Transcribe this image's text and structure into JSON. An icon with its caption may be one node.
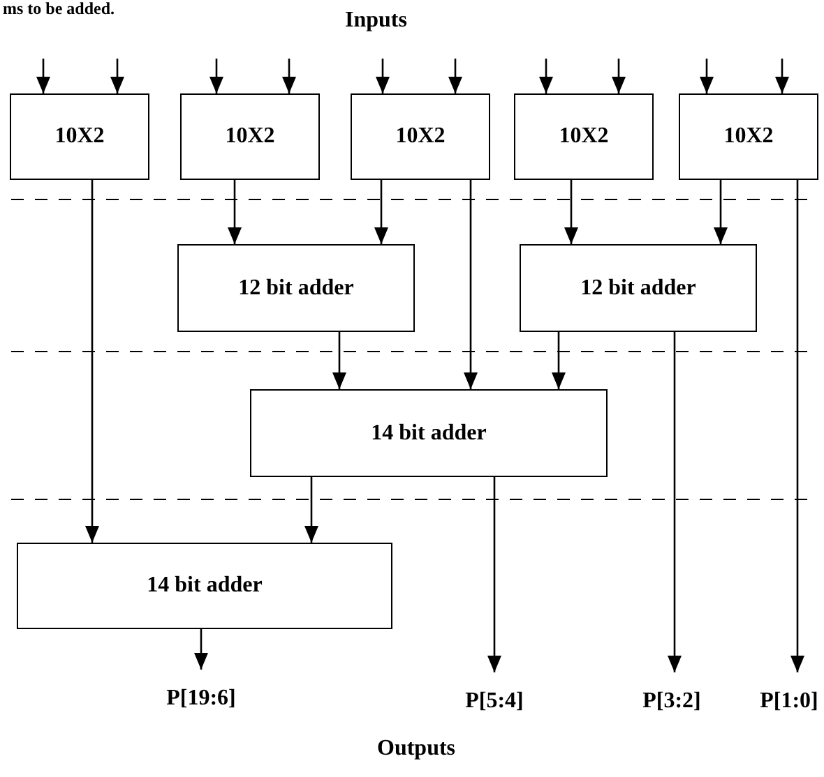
{
  "diagram": {
    "title": "Inputs",
    "caption": "Outputs",
    "nodes": [
      {
        "text": [
          "10X2"
        ]
      },
      {
        "text": [
          "10X2"
        ]
      },
      {
        "text": [
          "10X2"
        ]
      },
      {
        "text": [
          "10X2"
        ]
      },
      {
        "text": [
          "10X2"
        ]
      },
      {
        "text": [
          "12 bit adder"
        ]
      },
      {
        "text": [
          "12 bit adder"
        ]
      },
      {
        "text": [
          "14 bit adder"
        ]
      },
      {
        "text": [
          "14 bit adder"
        ]
      },
      {
        "text": [
          "P[19:6]"
        ]
      },
      {
        "text": [
          "P[5:4]"
        ]
      },
      {
        "text": [
          "P[3:2]"
        ]
      },
      {
        "text": [
          "P[1:0]"
        ]
      }
    ],
    "edges": [
      {
        "from": null,
        "to": 0,
        "arrow": "to"
      },
      {
        "from": null,
        "to": 0,
        "arrow": "to"
      },
      {
        "from": null,
        "to": 1,
        "arrow": "to"
      },
      {
        "from": null,
        "to": 1,
        "arrow": "to"
      },
      {
        "from": null,
        "to": 2,
        "arrow": "to"
      },
      {
        "from": null,
        "to": 2,
        "arrow": "to"
      },
      {
        "from": null,
        "to": 3,
        "arrow": "to"
      },
      {
        "from": null,
        "to": 3,
        "arrow": "to"
      },
      {
        "from": null,
        "to": 4,
        "arrow": "to"
      },
      {
        "from": null,
        "to": 4,
        "arrow": "to"
      },
      {
        "from": 0,
        "to": 8,
        "arrow": "to"
      },
      {
        "from": 1,
        "to": 5,
        "arrow": "to"
      },
      {
        "from": 2,
        "to": 5,
        "arrow": "to"
      },
      {
        "from": 2,
        "to": 7,
        "arrow": "to"
      },
      {
        "from": 3,
        "to": 6,
        "arrow": "to"
      },
      {
        "from": 4,
        "to": 6,
        "arrow": "to"
      },
      {
        "from": 4,
        "to": 12,
        "arrow": "to"
      },
      {
        "from": 5,
        "to": 7,
        "arrow": "to"
      },
      {
        "from": 6,
        "to": 7,
        "arrow": "to"
      },
      {
        "from": 6,
        "to": 11,
        "arrow": "to"
      },
      {
        "from": 7,
        "to": 8,
        "arrow": "to"
      },
      {
        "from": 7,
        "to": 10,
        "arrow": "to"
      },
      {
        "from": 8,
        "to": 9,
        "arrow": "to"
      }
    ],
    "labels": [
      "ms to be added."
    ]
  }
}
